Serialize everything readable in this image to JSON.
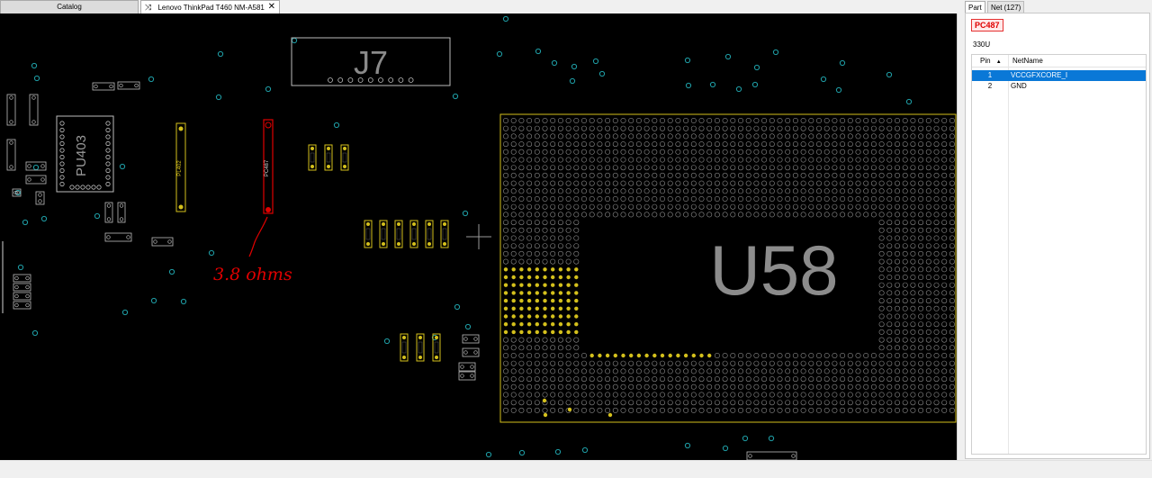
{
  "tabs": {
    "catalog": "Catalog",
    "board": "Lenovo ThinkPad T460 NM-A581",
    "board_icon": "shuffle-icon",
    "close_icon": "close-icon"
  },
  "board": {
    "labels": {
      "j7": "J7",
      "u58": "U58",
      "pu403": "PU403",
      "pc487": "PC487",
      "pl402": "PL402",
      "annotation": "3.8 ohms"
    },
    "highlight_color": "#e00000",
    "component_color": "#d4c01c",
    "outline_color": "#bdbdbd",
    "via_color": "#1fa0a8",
    "annotation_color": "#e00000"
  },
  "panel": {
    "tabs": {
      "part": "Part",
      "net": "Net (127)"
    },
    "part_name": "PC487",
    "part_value": "330U",
    "pins_table": {
      "col_pin": "Pin",
      "col_net": "NetName",
      "rows": [
        {
          "pin": "1",
          "net": "VCCGFXCORE_I"
        },
        {
          "pin": "2",
          "net": "GND"
        }
      ]
    }
  }
}
